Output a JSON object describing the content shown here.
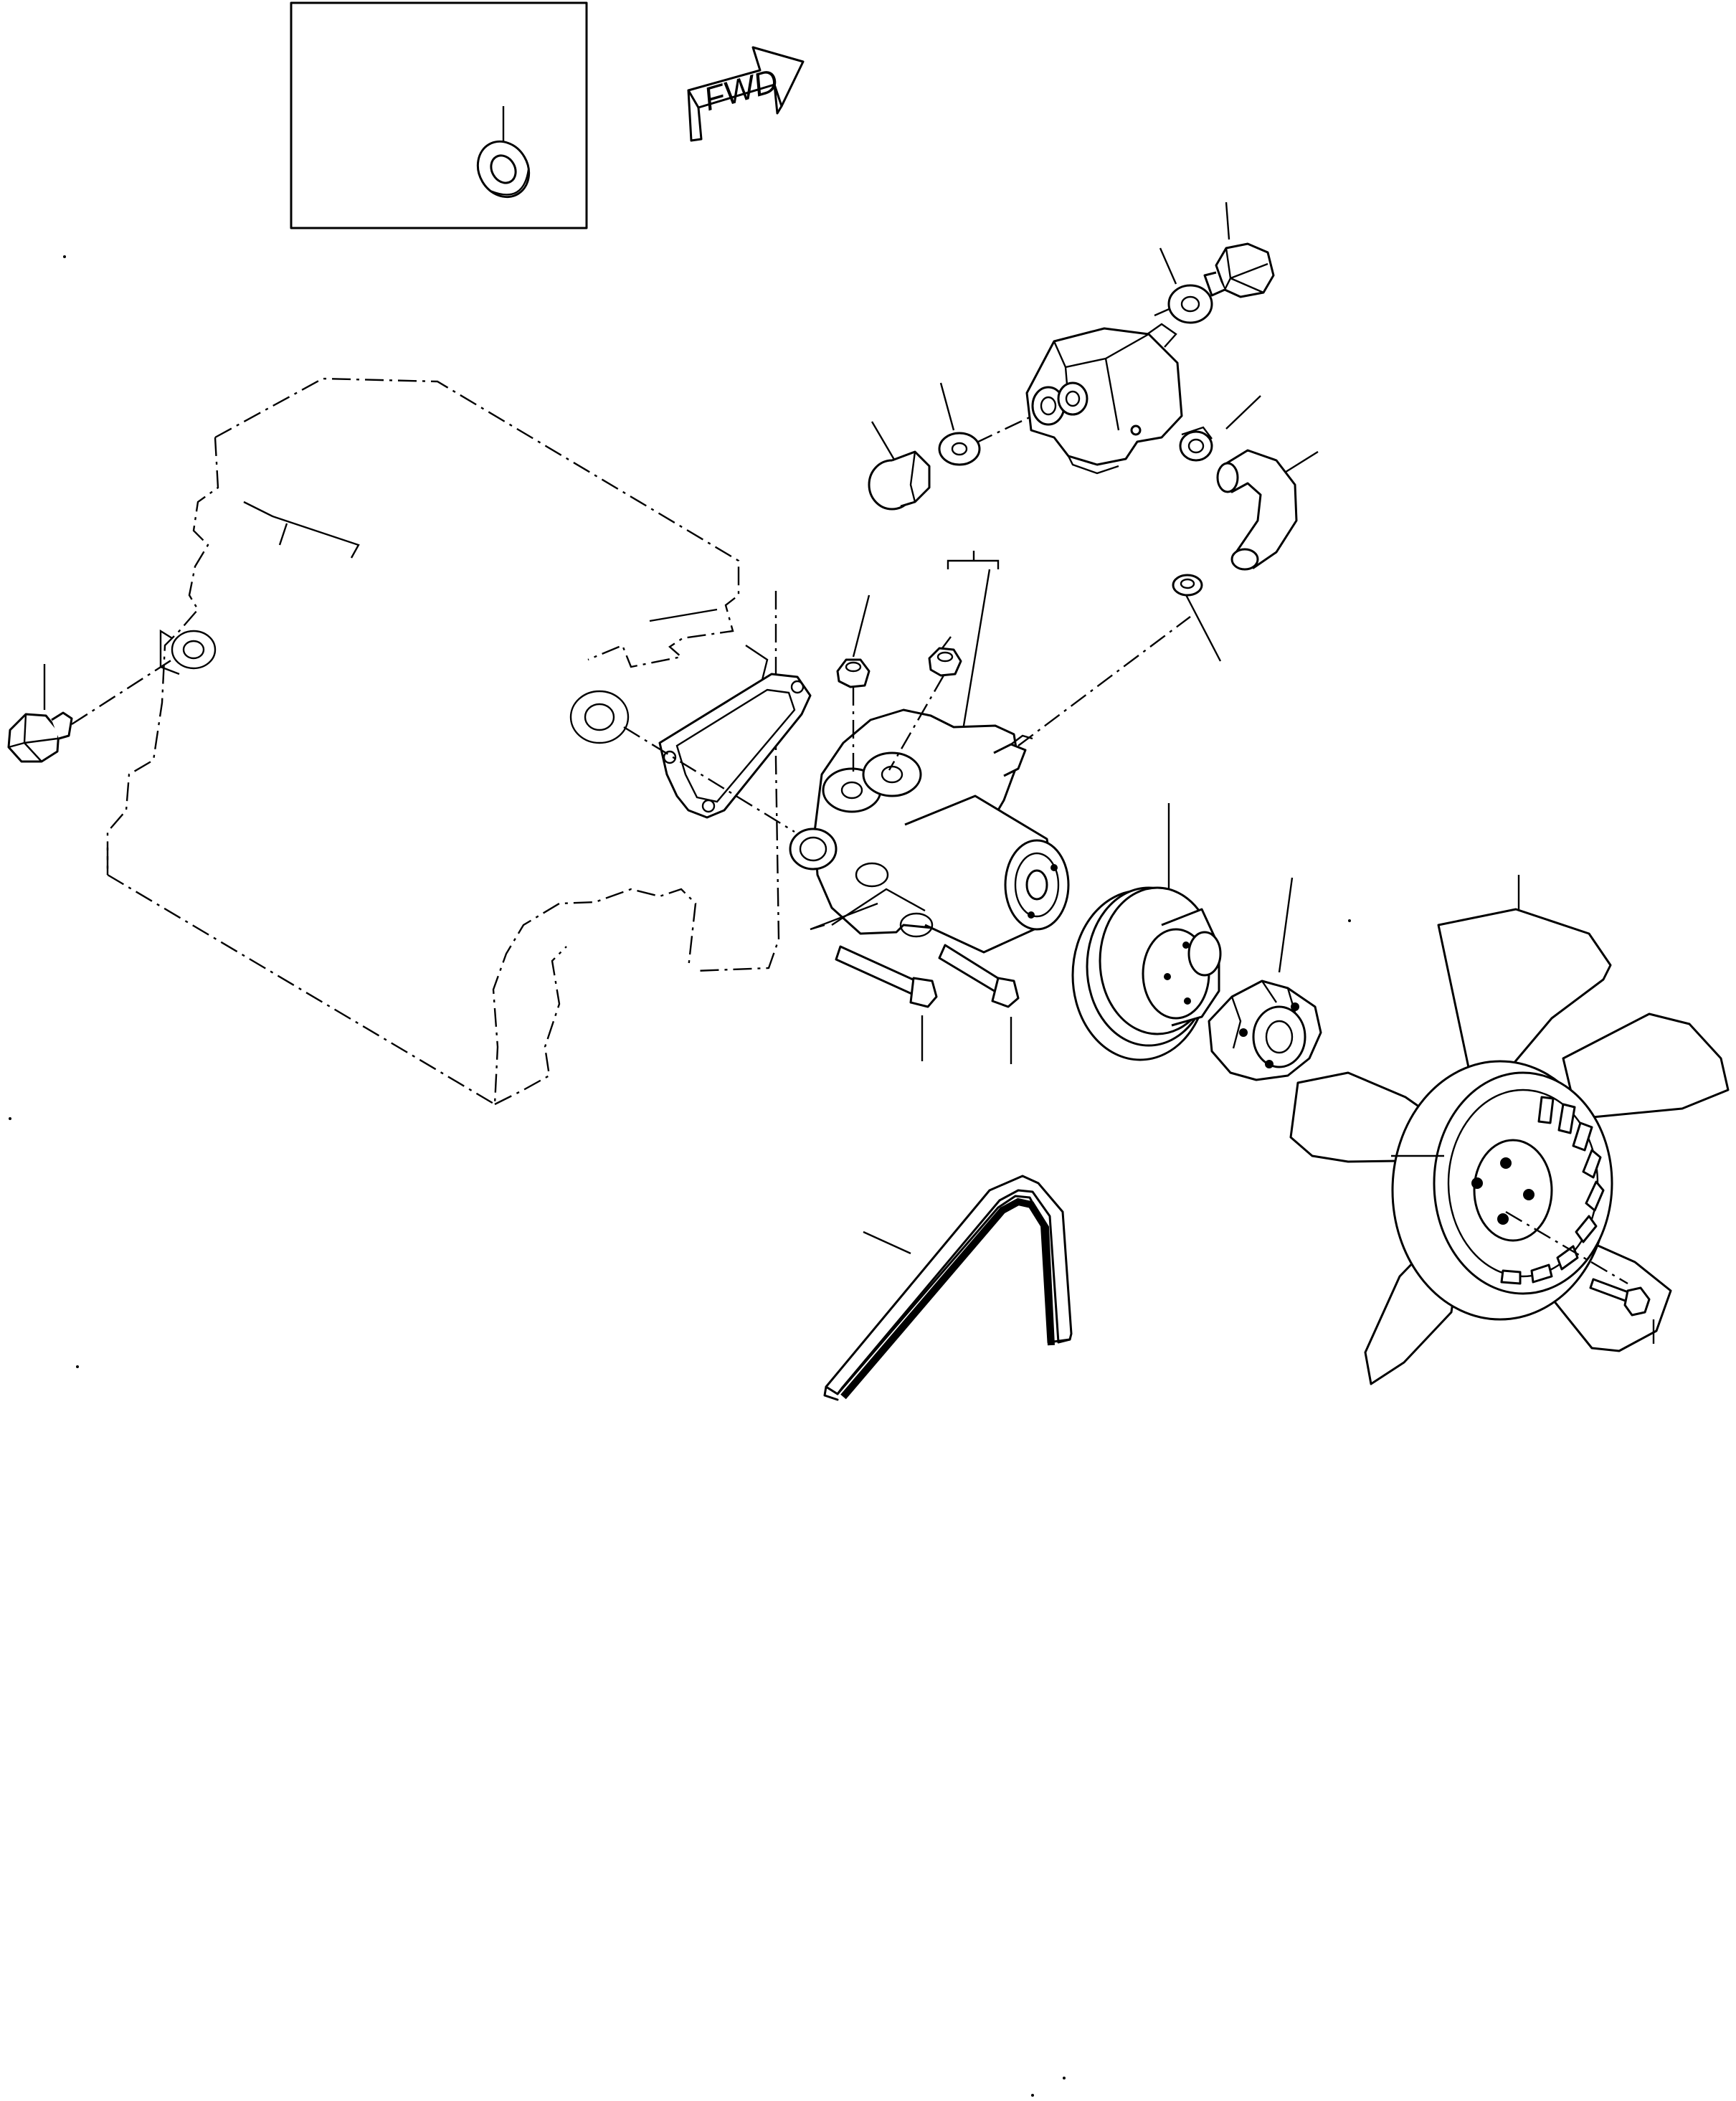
{
  "figure": {
    "fwd_label": "FWD"
  },
  "parts": [
    {
      "id": "detail-inset",
      "kind": "inset box with sealing washer"
    },
    {
      "id": "engine-block"
    },
    {
      "id": "block-bolt"
    },
    {
      "id": "gasket"
    },
    {
      "id": "water-pump"
    },
    {
      "id": "thermostat-housing"
    },
    {
      "id": "plug-bolt-left"
    },
    {
      "id": "washer-left"
    },
    {
      "id": "washer-top"
    },
    {
      "id": "plug-bolt-top"
    },
    {
      "id": "hose-clamp"
    },
    {
      "id": "bypass-hose"
    },
    {
      "id": "hose-seal"
    },
    {
      "id": "nut-a"
    },
    {
      "id": "nut-b"
    },
    {
      "id": "stud-bolt-a"
    },
    {
      "id": "stud-bolt-b"
    },
    {
      "id": "pump-pulley"
    },
    {
      "id": "fan-spacer"
    },
    {
      "id": "cooling-fan"
    },
    {
      "id": "fan-bolt"
    },
    {
      "id": "v-belt"
    }
  ]
}
